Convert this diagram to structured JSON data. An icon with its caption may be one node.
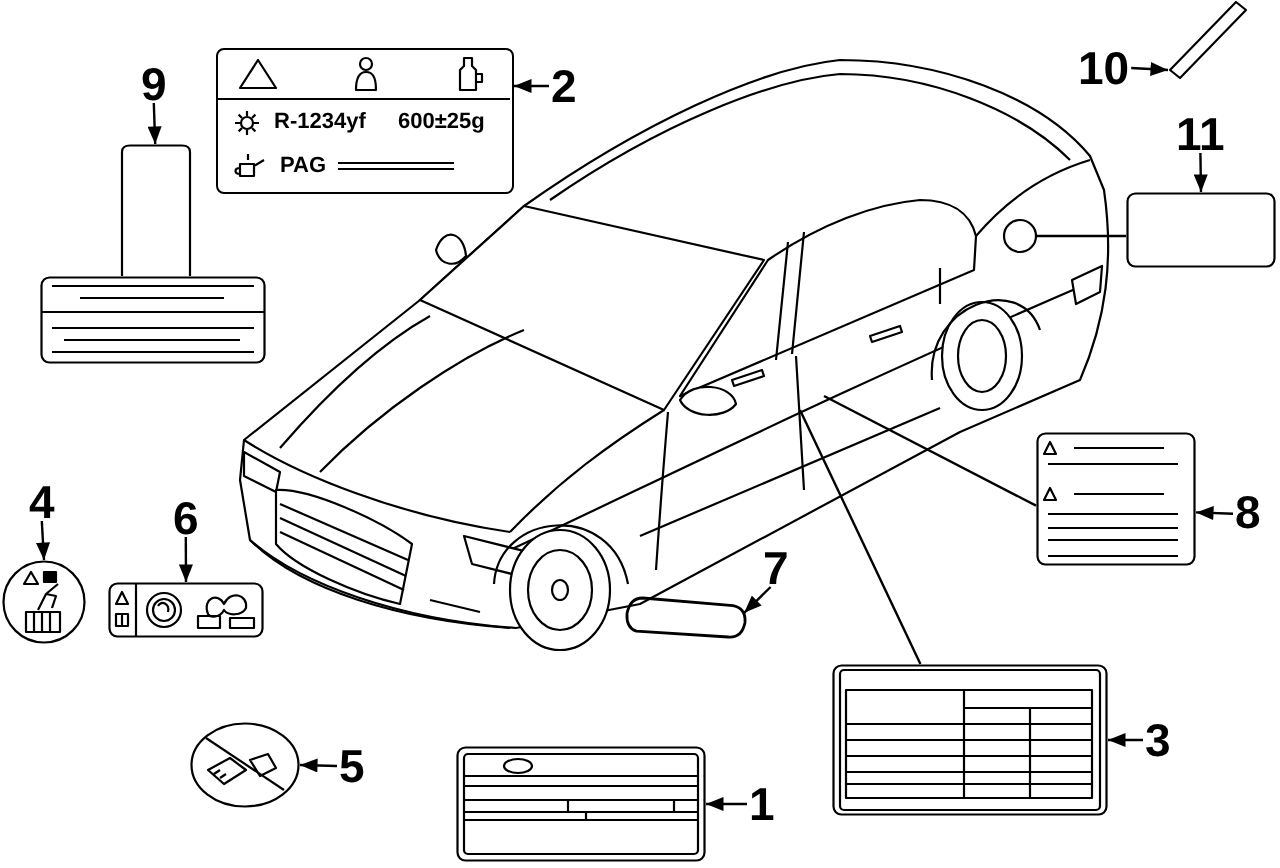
{
  "diagram": {
    "nodes": [
      {
        "text": [],
        "shape": "picture"
      },
      {
        "text": [],
        "shape": "circle",
        "in": 0
      },
      {
        "text": [
          "1"
        ]
      },
      {
        "text": [],
        "shape": "box"
      },
      {
        "text": [
          "2"
        ]
      },
      {
        "text": [
          "R-1234yf",
          "600±25g",
          "PAG"
        ]
      },
      {
        "text": [
          "3"
        ]
      },
      {
        "text": [],
        "shape": "box"
      },
      {
        "text": [
          "4"
        ]
      },
      {
        "text": [],
        "shape": "circle"
      },
      {
        "text": [
          "5"
        ]
      },
      {
        "text": [],
        "shape": "circle"
      },
      {
        "text": [
          "6"
        ]
      },
      {
        "text": [],
        "shape": "box"
      },
      {
        "text": [
          "7"
        ]
      },
      {
        "text": [],
        "shape": "oval"
      },
      {
        "text": [
          "8"
        ]
      },
      {
        "text": [],
        "shape": "box"
      },
      {
        "text": [
          "9"
        ]
      },
      {
        "text": [],
        "shape": "box"
      },
      {
        "text": [
          "10"
        ]
      },
      {
        "text": [],
        "shape": "bar"
      },
      {
        "text": [
          "11"
        ]
      },
      {
        "text": [],
        "shape": "box"
      }
    ],
    "edges": [
      {
        "from": 2,
        "to": 3,
        "arrow": "to"
      },
      {
        "from": 4,
        "to": 5,
        "arrow": "to"
      },
      {
        "from": 6,
        "to": 7,
        "arrow": "to"
      },
      {
        "from": 8,
        "to": 9,
        "arrow": "to"
      },
      {
        "from": 10,
        "to": 11,
        "arrow": "to"
      },
      {
        "from": 12,
        "to": 13,
        "arrow": "to"
      },
      {
        "from": 14,
        "to": 15,
        "arrow": "to"
      },
      {
        "from": 16,
        "to": 17,
        "arrow": "to"
      },
      {
        "from": 18,
        "to": 19,
        "arrow": "to"
      },
      {
        "from": 20,
        "to": 21,
        "arrow": "to"
      },
      {
        "from": 22,
        "to": 23,
        "arrow": "to"
      },
      {
        "from": 23,
        "to": 1,
        "arrow": "none"
      },
      {
        "from": null,
        "to": 7,
        "arrow": "none"
      },
      {
        "from": null,
        "to": 17,
        "arrow": "none"
      }
    ]
  }
}
